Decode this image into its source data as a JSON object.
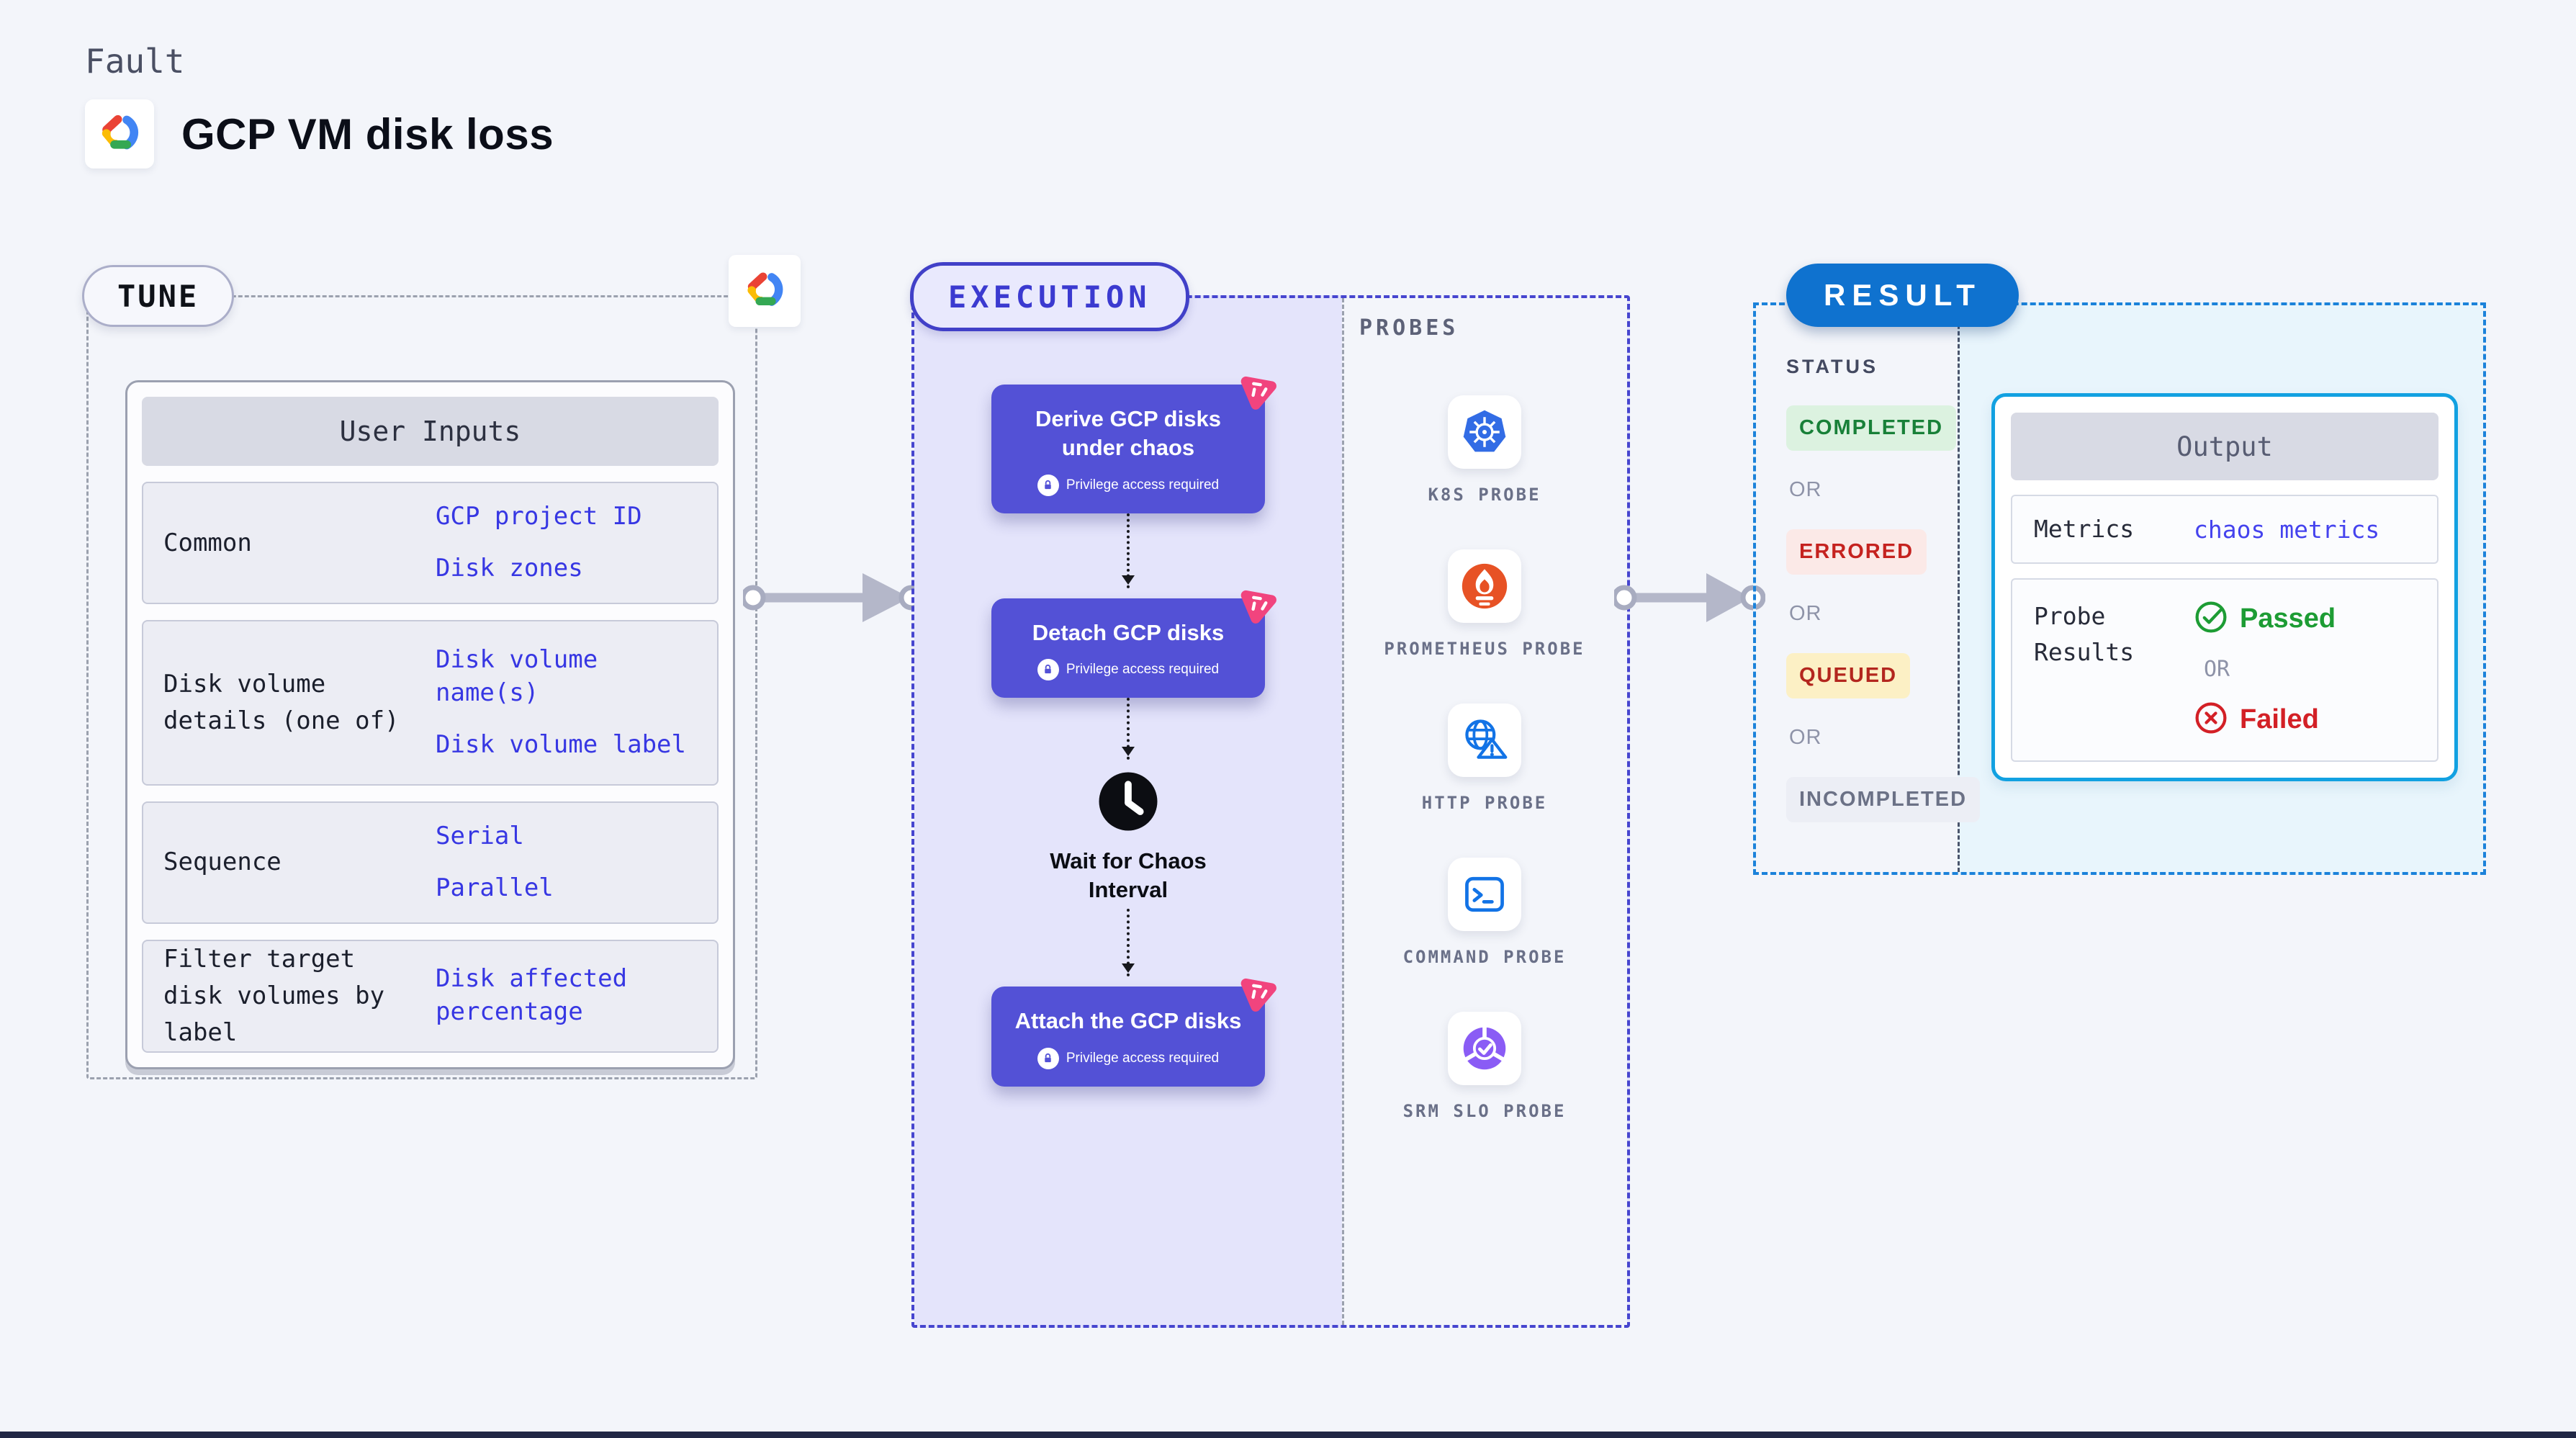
{
  "header": {
    "fault_label": "Fault",
    "title": "GCP VM disk loss"
  },
  "tune": {
    "badge": "TUNE",
    "user_inputs": {
      "header": "User Inputs",
      "rows": [
        {
          "label": "Common",
          "values": [
            "GCP project ID",
            "Disk zones"
          ]
        },
        {
          "label": "Disk volume details (one of)",
          "values": [
            "Disk volume name(s)",
            "Disk volume label"
          ]
        },
        {
          "label": "Sequence",
          "values": [
            "Serial",
            "Parallel"
          ]
        },
        {
          "label": "Filter target disk volumes by label",
          "values": [
            "Disk affected percentage"
          ]
        }
      ]
    }
  },
  "execution": {
    "badge": "EXECUTION",
    "nodes": {
      "derive": {
        "title": "Derive GCP disks under chaos",
        "note": "Privilege access required"
      },
      "detach": {
        "title": "Detach GCP disks",
        "note": "Privilege access required"
      },
      "wait": {
        "title": "Wait for Chaos Interval"
      },
      "attach": {
        "title": "Attach the GCP disks",
        "note": "Privilege access required"
      }
    }
  },
  "probes": {
    "label": "PROBES",
    "items": [
      {
        "icon": "kubernetes-icon",
        "label": "K8S PROBE"
      },
      {
        "icon": "prometheus-icon",
        "label": "PROMETHEUS PROBE"
      },
      {
        "icon": "http-icon",
        "label": "HTTP PROBE"
      },
      {
        "icon": "command-icon",
        "label": "COMMAND PROBE"
      },
      {
        "icon": "srm-slo-icon",
        "label": "SRM SLO PROBE"
      }
    ]
  },
  "result": {
    "badge": "RESULT",
    "status_label": "STATUS",
    "or": "OR",
    "statuses": {
      "completed": "COMPLETED",
      "errored": "ERRORED",
      "queued": "QUEUED",
      "incompleted": "INCOMPLETED"
    },
    "output": {
      "header": "Output",
      "metrics_label": "Metrics",
      "metrics_value": "chaos metrics",
      "probe_results_label": "Probe Results",
      "passed": "Passed",
      "or": "OR",
      "failed": "Failed"
    }
  },
  "colors": {
    "node_indigo": "#5351d6",
    "execution_border": "#4645cf",
    "tune_dash_gray": "#9ba1ae",
    "result_blue": "#0f72cf",
    "result_dash": "#1b82da",
    "output_border": "#12a1e1",
    "value_blue": "#3737e3",
    "litmus_pink": "#f1447e",
    "passed_green": "#1d9c34",
    "failed_red": "#d32026",
    "completed_green": "#188038",
    "errored_red": "#c5221f",
    "queued_amber_bg": "#fcf0c5",
    "kubernetes_blue": "#326ce5",
    "prometheus_orange": "#e75225"
  }
}
